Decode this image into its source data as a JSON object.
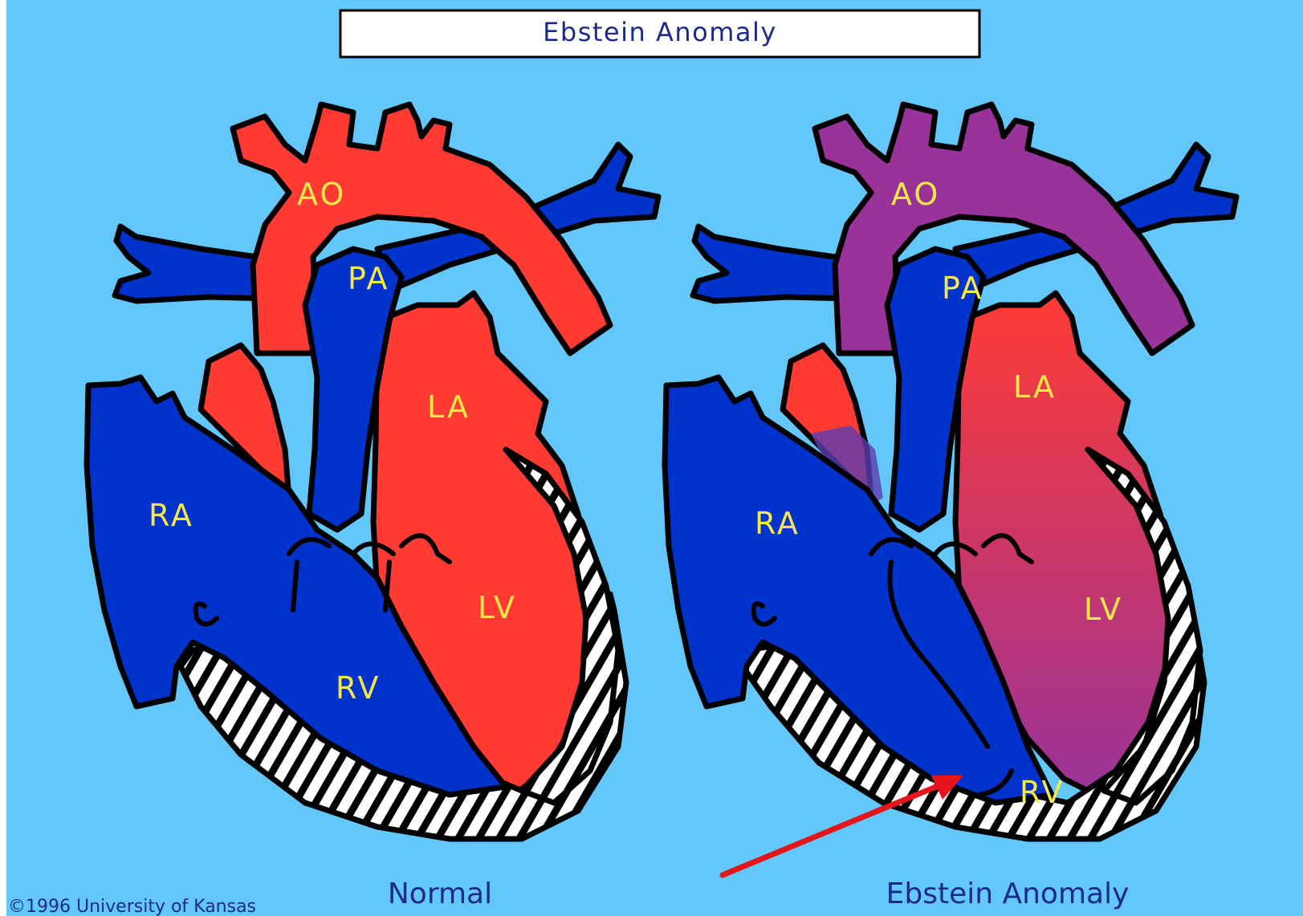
{
  "title": "Ebstein Anomaly",
  "copyright": "©1996 University of Kansas",
  "colors": {
    "background": "#63c7fa",
    "oxygenated": "#ff3b33",
    "deoxygenated": "#0033cc",
    "mixed": "#993399",
    "outline": "#000000",
    "label": "#f7e84a",
    "caption": "#1b2a8c",
    "arrow": "#e8141b"
  },
  "hearts": [
    {
      "caption": "Normal",
      "labels": {
        "ao": "AO",
        "pa": "PA",
        "la": "LA",
        "ra": "RA",
        "lv": "LV",
        "rv": "RV"
      }
    },
    {
      "caption": "Ebstein Anomaly",
      "labels": {
        "ao": "AO",
        "pa": "PA",
        "la": "LA",
        "ra": "RA",
        "lv": "LV",
        "rv": "RV"
      }
    }
  ]
}
